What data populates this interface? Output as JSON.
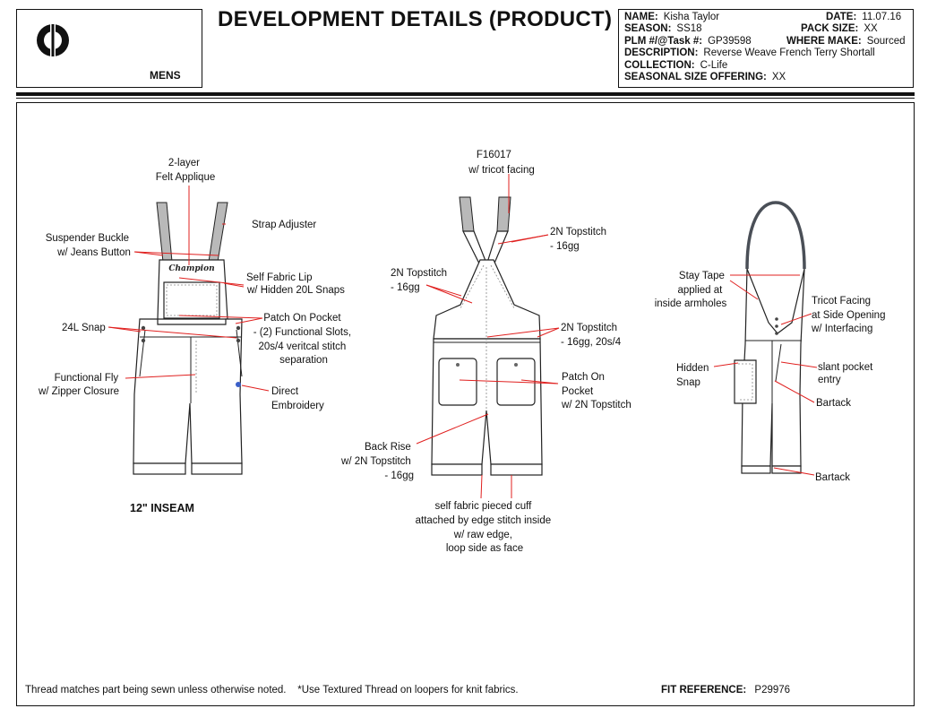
{
  "header": {
    "brand_logo": "champion-c-logo",
    "division": "MENS",
    "title": "DEVELOPMENT DETAILS (PRODUCT)"
  },
  "info": {
    "name_label": "NAME:",
    "name": "Kisha Taylor",
    "date_label": "DATE:",
    "date": "11.07.16",
    "season_label": "SEASON:",
    "season": "SS18",
    "pack_label": "PACK SIZE:",
    "pack": "XX",
    "plm_label": "PLM #/@Task #:",
    "plm": "GP39598",
    "where_label": "WHERE MAKE:",
    "where": "Sourced",
    "desc_label": "DESCRIPTION:",
    "desc": "Reverse Weave French Terry Shortall",
    "collection_label": "COLLECTION:",
    "collection": "C-Life",
    "seasonal_label": "SEASONAL SIZE OFFERING:",
    "seasonal": "XX"
  },
  "front": {
    "felt_applique": [
      "2-layer",
      "Felt Applique"
    ],
    "strap_adjuster": "Strap Adjuster",
    "suspender_buckle": [
      "Suspender Buckle",
      "w/ Jeans Button"
    ],
    "self_fabric_lip": [
      "Self Fabric Lip",
      "w/ Hidden 20L Snaps"
    ],
    "snap_24l": "24L Snap",
    "patch_pocket": [
      "Patch On Pocket",
      "- (2) Functional Slots,",
      "20s/4 veritcal stitch",
      "separation"
    ],
    "functional_fly": [
      "Functional Fly",
      "w/ Zipper Closure"
    ],
    "direct_embroidery": [
      "Direct",
      "Embroidery"
    ],
    "inseam": "12\" INSEAM",
    "bib_logo_text": "Champion"
  },
  "back": {
    "f16017": [
      "F16017",
      "w/ tricot facing"
    ],
    "topstitch_strap": [
      "2N Topstitch",
      "- 16gg"
    ],
    "topstitch_left": [
      "2N Topstitch",
      "- 16gg"
    ],
    "topstitch_waist": [
      "2N Topstitch",
      "- 16gg, 20s/4"
    ],
    "patch_on_pocket": [
      "Patch On",
      "Pocket",
      "w/ 2N Topstitch"
    ],
    "back_rise": [
      "Back Rise",
      "w/ 2N Topstitch",
      "- 16gg"
    ],
    "cuff": [
      "self fabric pieced cuff",
      "attached by edge stitch inside",
      "w/ raw edge,",
      "loop side as face"
    ]
  },
  "side": {
    "stay_tape": [
      "Stay Tape",
      "applied at",
      "inside armholes"
    ],
    "tricot_facing": [
      "Tricot Facing",
      "at Side Opening",
      "w/ Interfacing"
    ],
    "hidden_snap": [
      "Hidden",
      "Snap"
    ],
    "slant_pocket": [
      "slant pocket",
      "entry"
    ],
    "bartack_1": "Bartack",
    "bartack_2": "Bartack"
  },
  "footer": {
    "note": "Thread matches part being sewn unless otherwise noted.    *Use Textured Thread on loopers for knit fabrics.",
    "fit_label": "FIT REFERENCE:",
    "fit_value": "P29976"
  },
  "colors": {
    "callout_line": "#e0201f",
    "ink": "#111111",
    "strap_grey": "#b9b9b9"
  }
}
